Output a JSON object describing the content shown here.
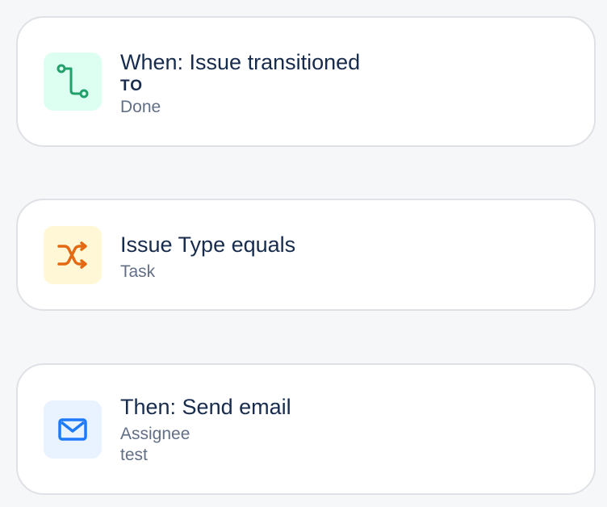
{
  "colors": {
    "background": "#f6f7f9",
    "card_border": "#dfe1e6",
    "title_text": "#172b4d",
    "secondary_text": "#626f86",
    "trigger_icon": "#22a06b",
    "trigger_tile": "#dcfff1",
    "condition_icon": "#e56910",
    "condition_tile": "#fff7d6",
    "action_icon": "#1d7afc",
    "action_tile": "#e9f2ff"
  },
  "rule": {
    "trigger": {
      "icon": "transition-path-icon",
      "title": "When: Issue transitioned",
      "qualifier": "TO",
      "value": "Done"
    },
    "condition": {
      "icon": "shuffle-branch-icon",
      "title": "Issue Type equals",
      "value": "Task"
    },
    "action": {
      "icon": "mail-icon",
      "title": "Then: Send email",
      "recipient": "Assignee",
      "subject": "test"
    }
  }
}
